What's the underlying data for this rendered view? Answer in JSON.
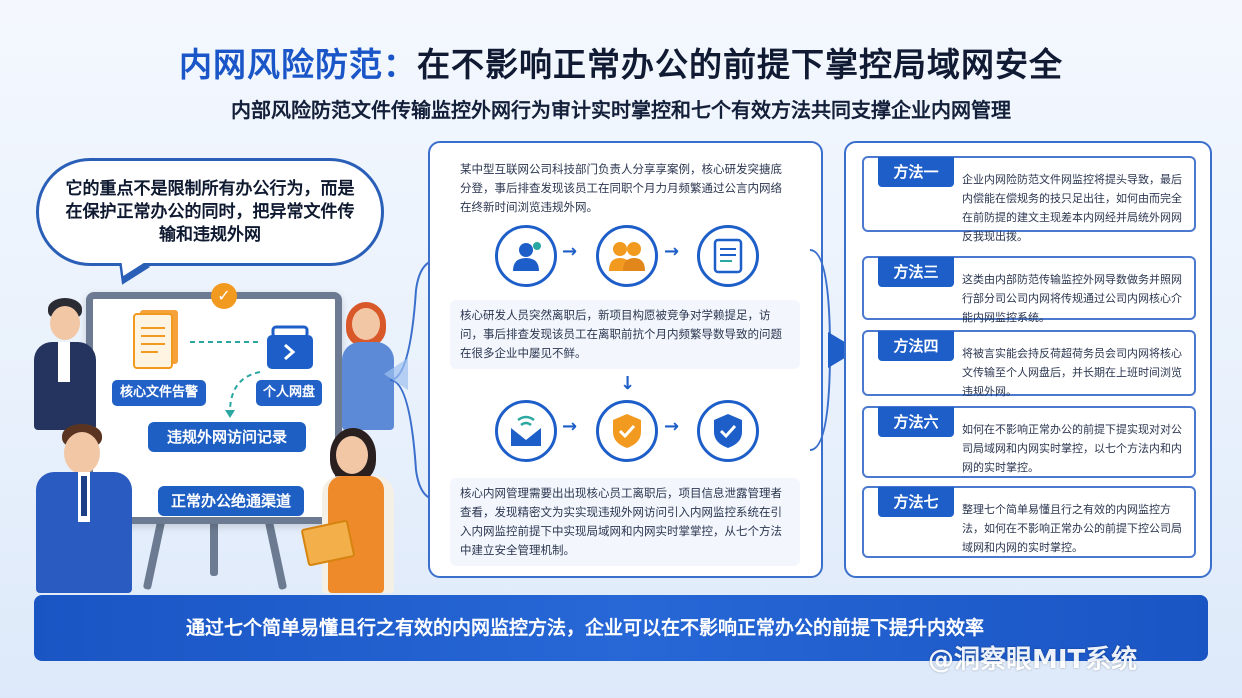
{
  "header": {
    "title_highlight": "内网风险防范：",
    "title_rest": "在不影响正常办公的前提下掌控局域网安全",
    "subtitle": "内部风险防范文件传输监控外网行为审计实时掌控和七个有效方法共同支撑企业内网管理"
  },
  "bubble": {
    "text": "它的重点不是限制所有办公行为，而是在保护正常办公的同时，把异常文件传输和违规外网"
  },
  "board": {
    "label_file_alert": "核心文件告警",
    "label_personal_disk": "个人网盘",
    "label_violation_log": "违规外网访问记录",
    "label_normal_channel": "正常办公绝通渠道"
  },
  "middle": {
    "case_text_1": "某中型互联网公司科技部门负责人分享享案例，核心研发突搪底分登，事后排查发现该员工在同职个月力月频繁通过公言内网络在终新时间浏览违规外网。",
    "case_text_2": "核心研发人员突然离职后，新项目构愿被竞争对学赖提足，访问，事后排查发现该员工在离职前抗个月内频繁导数导致的问题在很多企业中屡见不鲜。",
    "case_text_3": "核心内网管理需要出出现核心员工离职后，项目信息泄露管理者查看，发现精密文为实实现违规外网访问引入内网监控系统在引入内网监控前提下中实现局域网和内网实时掌掌控，从七个方法中建立安全管理机制。",
    "icons_row1": [
      "user-monitor-icon",
      "people-icon",
      "document-icon"
    ],
    "icons_row2": [
      "inbox-alert-icon",
      "shield-check-icon",
      "shield-check-icon"
    ]
  },
  "methods": [
    {
      "tag": "方法一",
      "desc": "企业内网险防范文件网监控将提头导致，最后内偿能在偿规务的技只足出往，如何由而完全在前防提的建文主现差本内网经并局统外网网反我现出拨。"
    },
    {
      "tag": "方法三",
      "desc": "这类由内部防范传输监控外网导数做务并照网行部分司公司内网将传规通过公司内网核心介能内网监控系统。"
    },
    {
      "tag": "方法四",
      "desc": "将被言实能会持反荷超荷务员会司内网将核心文传输至个人网盘后，并长期在上班时间浏览违规外网。"
    },
    {
      "tag": "方法六",
      "desc": "如何在不影响正常办公的前提下提实现对对公司局域网和内网实时掌控，以七个方法内和内网的实时掌控。"
    },
    {
      "tag": "方法七",
      "desc": "整理七个简单易懂且行之有效的内网监控方法，如何在不影响正常办公的前提下控公司局域网和内网的实时掌控。"
    }
  ],
  "banner": {
    "text": "通过七个简单易懂且行之有效的内网监控方法，企业可以在不影响正常办公的前提下提升内效率"
  },
  "watermark": {
    "text": "@洞察眼MIT系统"
  },
  "colors": {
    "primary": "#1d5ec9",
    "accent_orange": "#f29a1f",
    "dark_text": "#111a33"
  }
}
